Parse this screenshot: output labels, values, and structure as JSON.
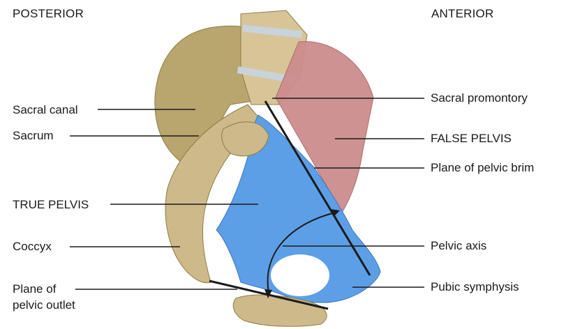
{
  "orientation": {
    "left": "POSTERIOR",
    "right": "ANTERIOR"
  },
  "labels_left": {
    "sacral_canal": "Sacral canal",
    "sacrum": "Sacrum",
    "true_pelvis": "TRUE PELVIS",
    "coccyx": "Coccyx",
    "plane_outlet_line1": "Plane of",
    "plane_outlet_line2": "pelvic outlet"
  },
  "labels_right": {
    "sacral_promontory": "Sacral promontory",
    "false_pelvis": "FALSE PELVIS",
    "plane_brim": "Plane of pelvic brim",
    "pelvic_axis": "Pelvic axis",
    "pubic_symphysis": "Pubic symphysis"
  },
  "colors": {
    "bone_tan": "#cdb98a",
    "bone_dark": "#a89760",
    "false_pelvis": "#cc8d8d",
    "true_pelvis": "#5d9fe6",
    "disc": "#c9d3dc",
    "line": "#1a1a1a"
  }
}
